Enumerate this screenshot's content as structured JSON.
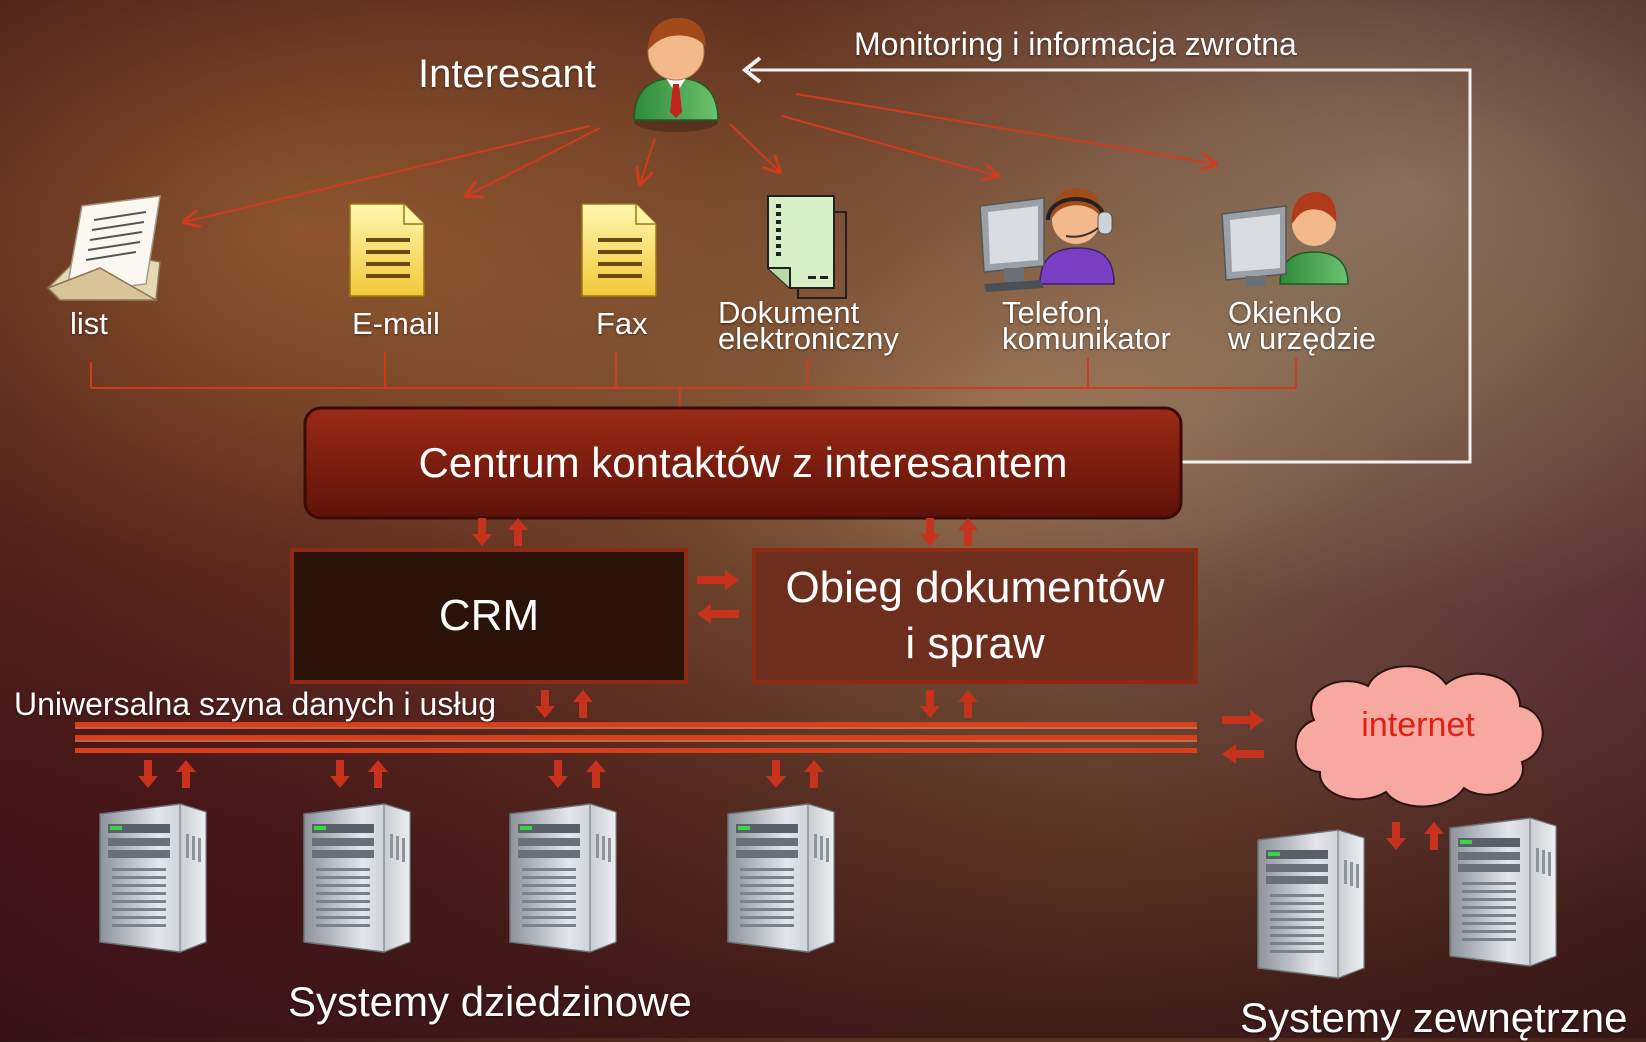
{
  "interesant": {
    "label": "Interesant"
  },
  "feedback": {
    "label": "Monitoring i informacja zwrotna"
  },
  "channels": {
    "list": "list",
    "email": "E-mail",
    "fax": "Fax",
    "dokument": "Dokument\nelektroniczny",
    "telefon": "Telefon,\nkomunikator",
    "okienko": "Okienko\nw urzędzie"
  },
  "centrum": {
    "label": "Centrum kontaktów z interesantem"
  },
  "crm": {
    "label": "CRM"
  },
  "obieg": {
    "label": "Obieg dokumentów\ni spraw"
  },
  "bus": {
    "label": "Uniwersalna szyna danych i usług"
  },
  "internet": {
    "label": "internet"
  },
  "systems": {
    "domain_label": "Systemy dziedzinowe",
    "external_label": "Systemy zewnętrzne"
  },
  "colors": {
    "connector": "#c0301c",
    "arrow": "#c0301c",
    "centrum_fill": "#7c1e10",
    "crm_fill": "#2a1208",
    "obieg_fill": "#6e2e1e",
    "cloud_fill": "#f7a8a0",
    "cloud_text": "#e02010"
  }
}
